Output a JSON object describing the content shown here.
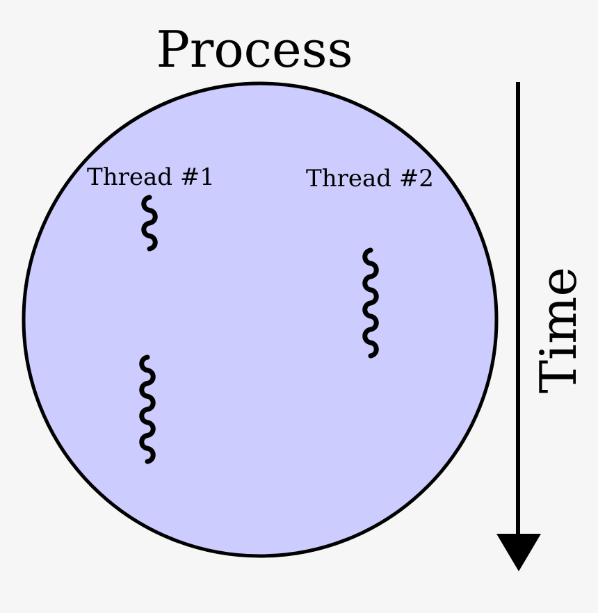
{
  "title": "Process",
  "time_label": "Time",
  "threads": [
    {
      "label": "Thread #1"
    },
    {
      "label": "Thread #2"
    }
  ],
  "colors": {
    "background": "#f6f6f6",
    "process_fill": "#ccccff",
    "stroke": "#000000"
  }
}
